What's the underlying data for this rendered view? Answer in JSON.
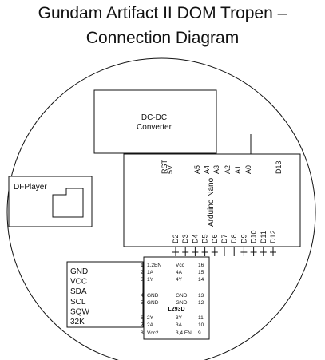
{
  "title": {
    "line1": "Gundam Artifact II DOM Tropen –",
    "line2": "Connection Diagram"
  },
  "dcdc": {
    "line1": "DC-DC",
    "line2": "Converter"
  },
  "dfplayer": {
    "label": "DFPlayer"
  },
  "nano": {
    "label": "Arduino Nano",
    "top_pins": [
      "RST",
      "5V",
      "A5",
      "A4",
      "A3",
      "A2",
      "A1",
      "A0",
      "D13"
    ],
    "bottom_pins": [
      "D2",
      "D3",
      "D4",
      "D5",
      "D6",
      "D7",
      "D8",
      "D9",
      "D10",
      "D11",
      "D12"
    ]
  },
  "rtc": {
    "pins": [
      "GND",
      "VCC",
      "SDA",
      "SCL",
      "SQW",
      "32K"
    ]
  },
  "l293d": {
    "label": "L293D",
    "left_nums": [
      "1",
      "2",
      "3",
      "4",
      "5",
      "6",
      "7",
      "8"
    ],
    "right_nums": [
      "16",
      "15",
      "14",
      "13",
      "12",
      "11",
      "10",
      "9"
    ],
    "left_labels": [
      "1,2EN",
      "1A",
      "1Y",
      "GND",
      "GND",
      "2Y",
      "2A",
      "Vcc2"
    ],
    "right_labels": [
      "Vcc",
      "4A",
      "4Y",
      "GND",
      "GND",
      "3Y",
      "3A",
      "3,4 EN"
    ]
  },
  "colors": {
    "line": "#111111",
    "background": "#ffffff"
  }
}
